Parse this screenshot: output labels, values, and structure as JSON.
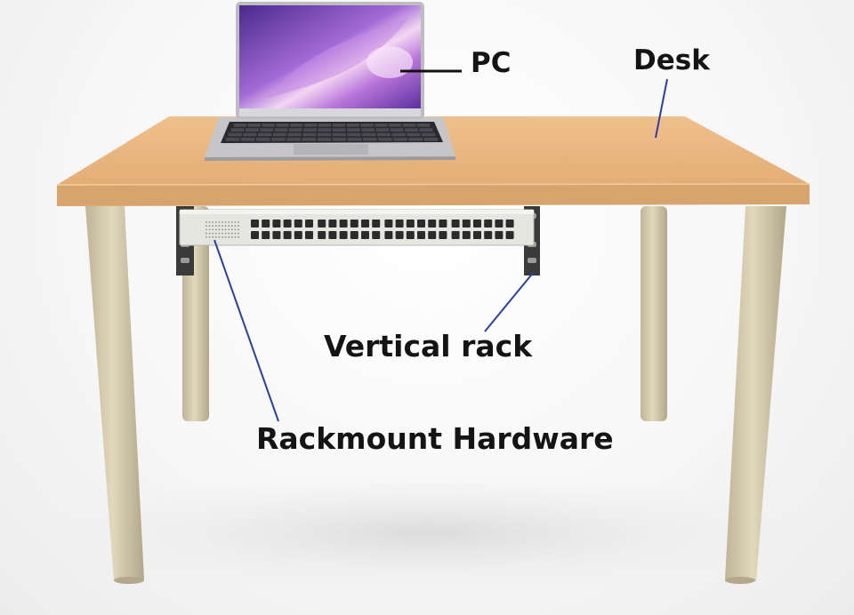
{
  "labels": {
    "pc": "PC",
    "desk": "Desk",
    "vertical_rack": "Vertical rack",
    "rackmount_hardware": "Rackmount Hardware"
  },
  "colors": {
    "background": "#ffffff",
    "desk_top": "#e8b57f",
    "desk_edge": "#d9a670",
    "leg": "#d8cdb1",
    "rack_bracket": "#3a3a3a",
    "panel": "#e6e6e0",
    "port": "#2b2b2b",
    "laptop_body": "#c9c9cc",
    "screen_purple": "#8a55c7",
    "pointer_blue": "#2b3ea8",
    "pointer_black": "#111111",
    "label_text": "#141414"
  },
  "patch_panel": {
    "port_columns": 24,
    "port_rows": 2
  }
}
